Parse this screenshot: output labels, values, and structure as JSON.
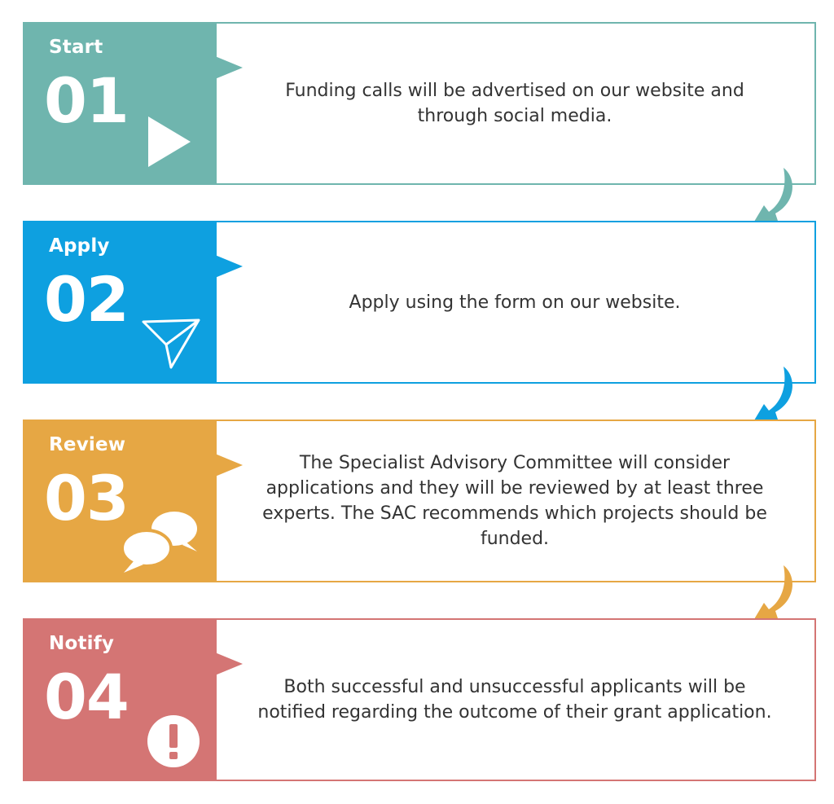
{
  "colors": {
    "start": "#6fb5ae",
    "apply": "#0ea0e0",
    "review": "#e6a744",
    "notify": "#d47574"
  },
  "steps": [
    {
      "label": "Start",
      "number": "01",
      "icon": "play-icon",
      "description": "Funding calls will be advertised on our website and through social media."
    },
    {
      "label": "Apply",
      "number": "02",
      "icon": "paper-plane-icon",
      "description": "Apply using the form on our website."
    },
    {
      "label": "Review",
      "number": "03",
      "icon": "chat-bubbles-icon",
      "description": "The Specialist Advisory Committee will consider applications and they will be reviewed by at least three experts. The SAC recommends which projects should be funded."
    },
    {
      "label": "Notify",
      "number": "04",
      "icon": "exclamation-icon",
      "description": "Both successful and unsuccessful applicants will be notified regarding the outcome of their grant application."
    }
  ]
}
